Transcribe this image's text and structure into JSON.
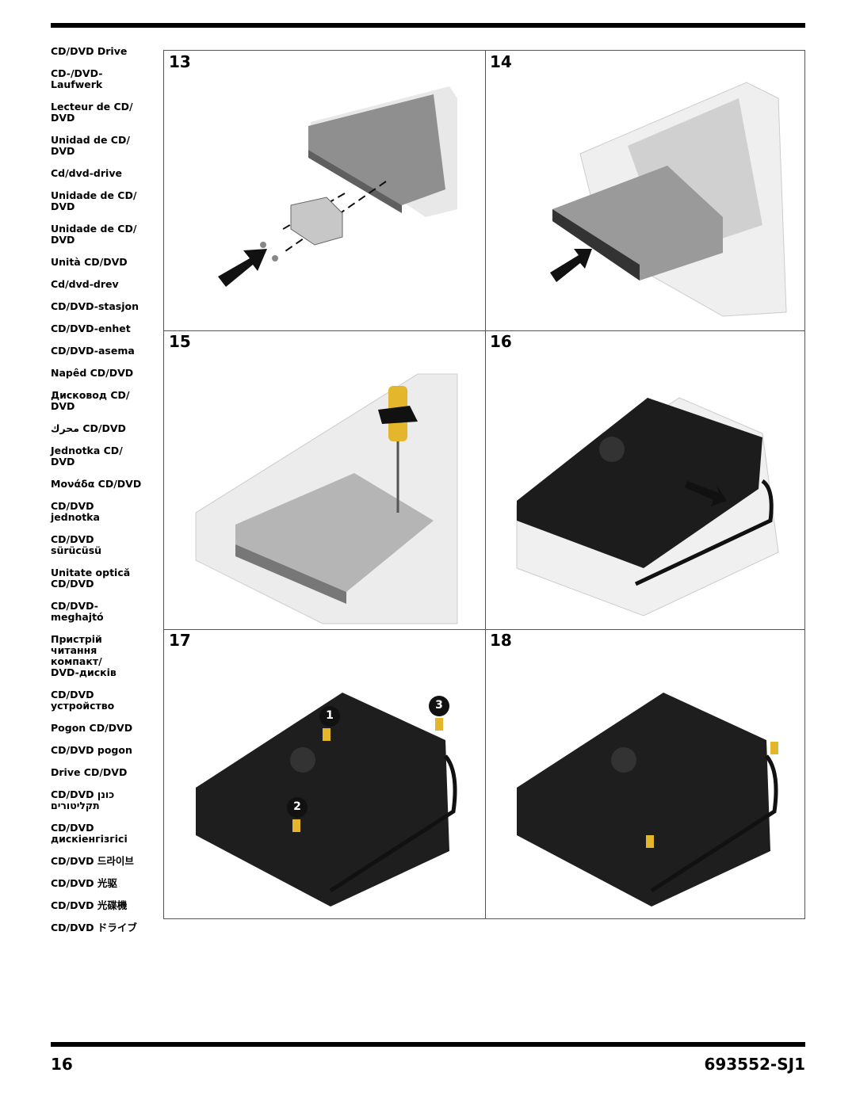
{
  "sidebar": {
    "items": [
      "CD/DVD Drive",
      "CD-/DVD-\nLaufwerk",
      "Lecteur de CD/\nDVD",
      "Unidad de CD/\nDVD",
      "Cd/dvd-drive",
      "Unidade de CD/\nDVD",
      "Unidade de CD/\nDVD",
      "Unità CD/DVD",
      "Cd/dvd-drev",
      "CD/DVD-stasjon",
      "CD/DVD-enhet",
      "CD/DVD-asema",
      "Napêd CD/DVD",
      "Дисковод CD/\nDVD",
      "محرك CD/DVD",
      "Jednotka CD/\nDVD",
      "Μονάδα CD/DVD",
      "CD/DVD\njednotka",
      "CD/DVD\nsürücüsü",
      "Unitate optică\nCD/DVD",
      "CD/DVD-\nmeghajtó",
      "Пристрій\nчитання\nкомпакт/\nDVD-дисків",
      "CD/DVD\nустройство",
      "Pogon CD/DVD",
      "CD/DVD pogon",
      "Drive CD/DVD",
      "CD/DVD כונן\nתקליטורים",
      "CD/DVD\nдискіенгізгісі",
      "CD/DVD 드라이브",
      "CD/DVD 光驱",
      "CD/DVD 光碟機",
      "CD/DVD ドライブ"
    ]
  },
  "steps": [
    "13",
    "14",
    "15",
    "16",
    "17",
    "18"
  ],
  "callouts": [
    "1",
    "2",
    "3"
  ],
  "footer": {
    "page_number": "16",
    "doc_id": "693552-SJ1"
  }
}
